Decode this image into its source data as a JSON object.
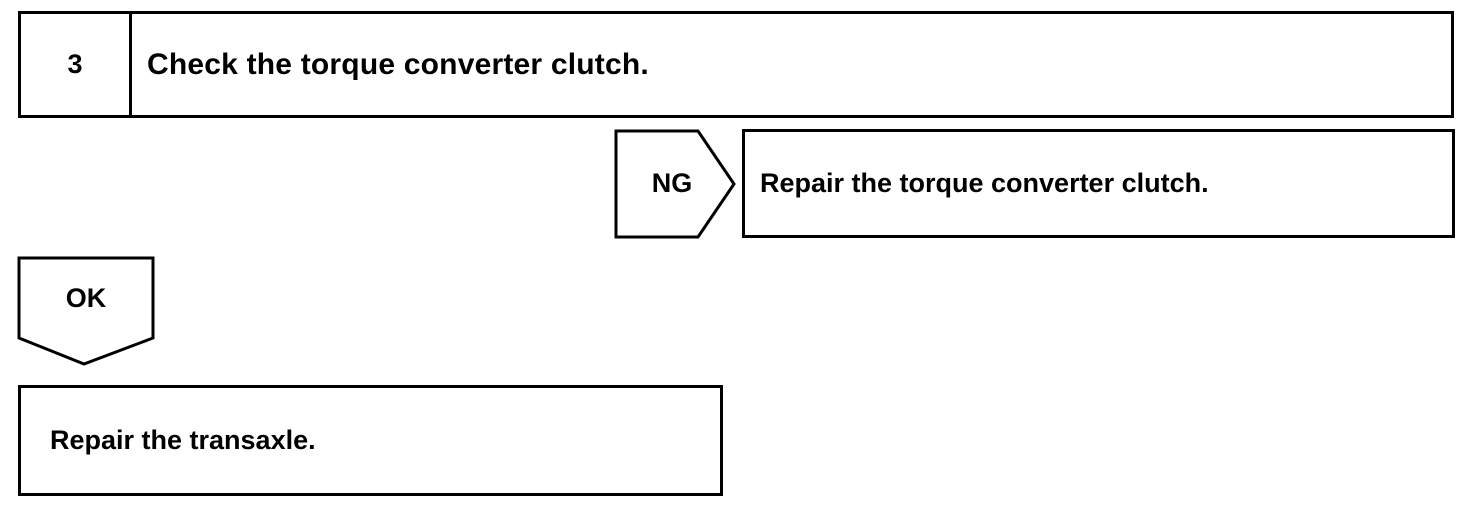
{
  "step": {
    "number": "3",
    "title": "Check the torque converter clutch."
  },
  "ng_branch": {
    "label": "NG",
    "action": "Repair the torque converter clutch."
  },
  "ok_branch": {
    "label": "OK"
  },
  "final_step": {
    "action": "Repair the transaxle."
  }
}
